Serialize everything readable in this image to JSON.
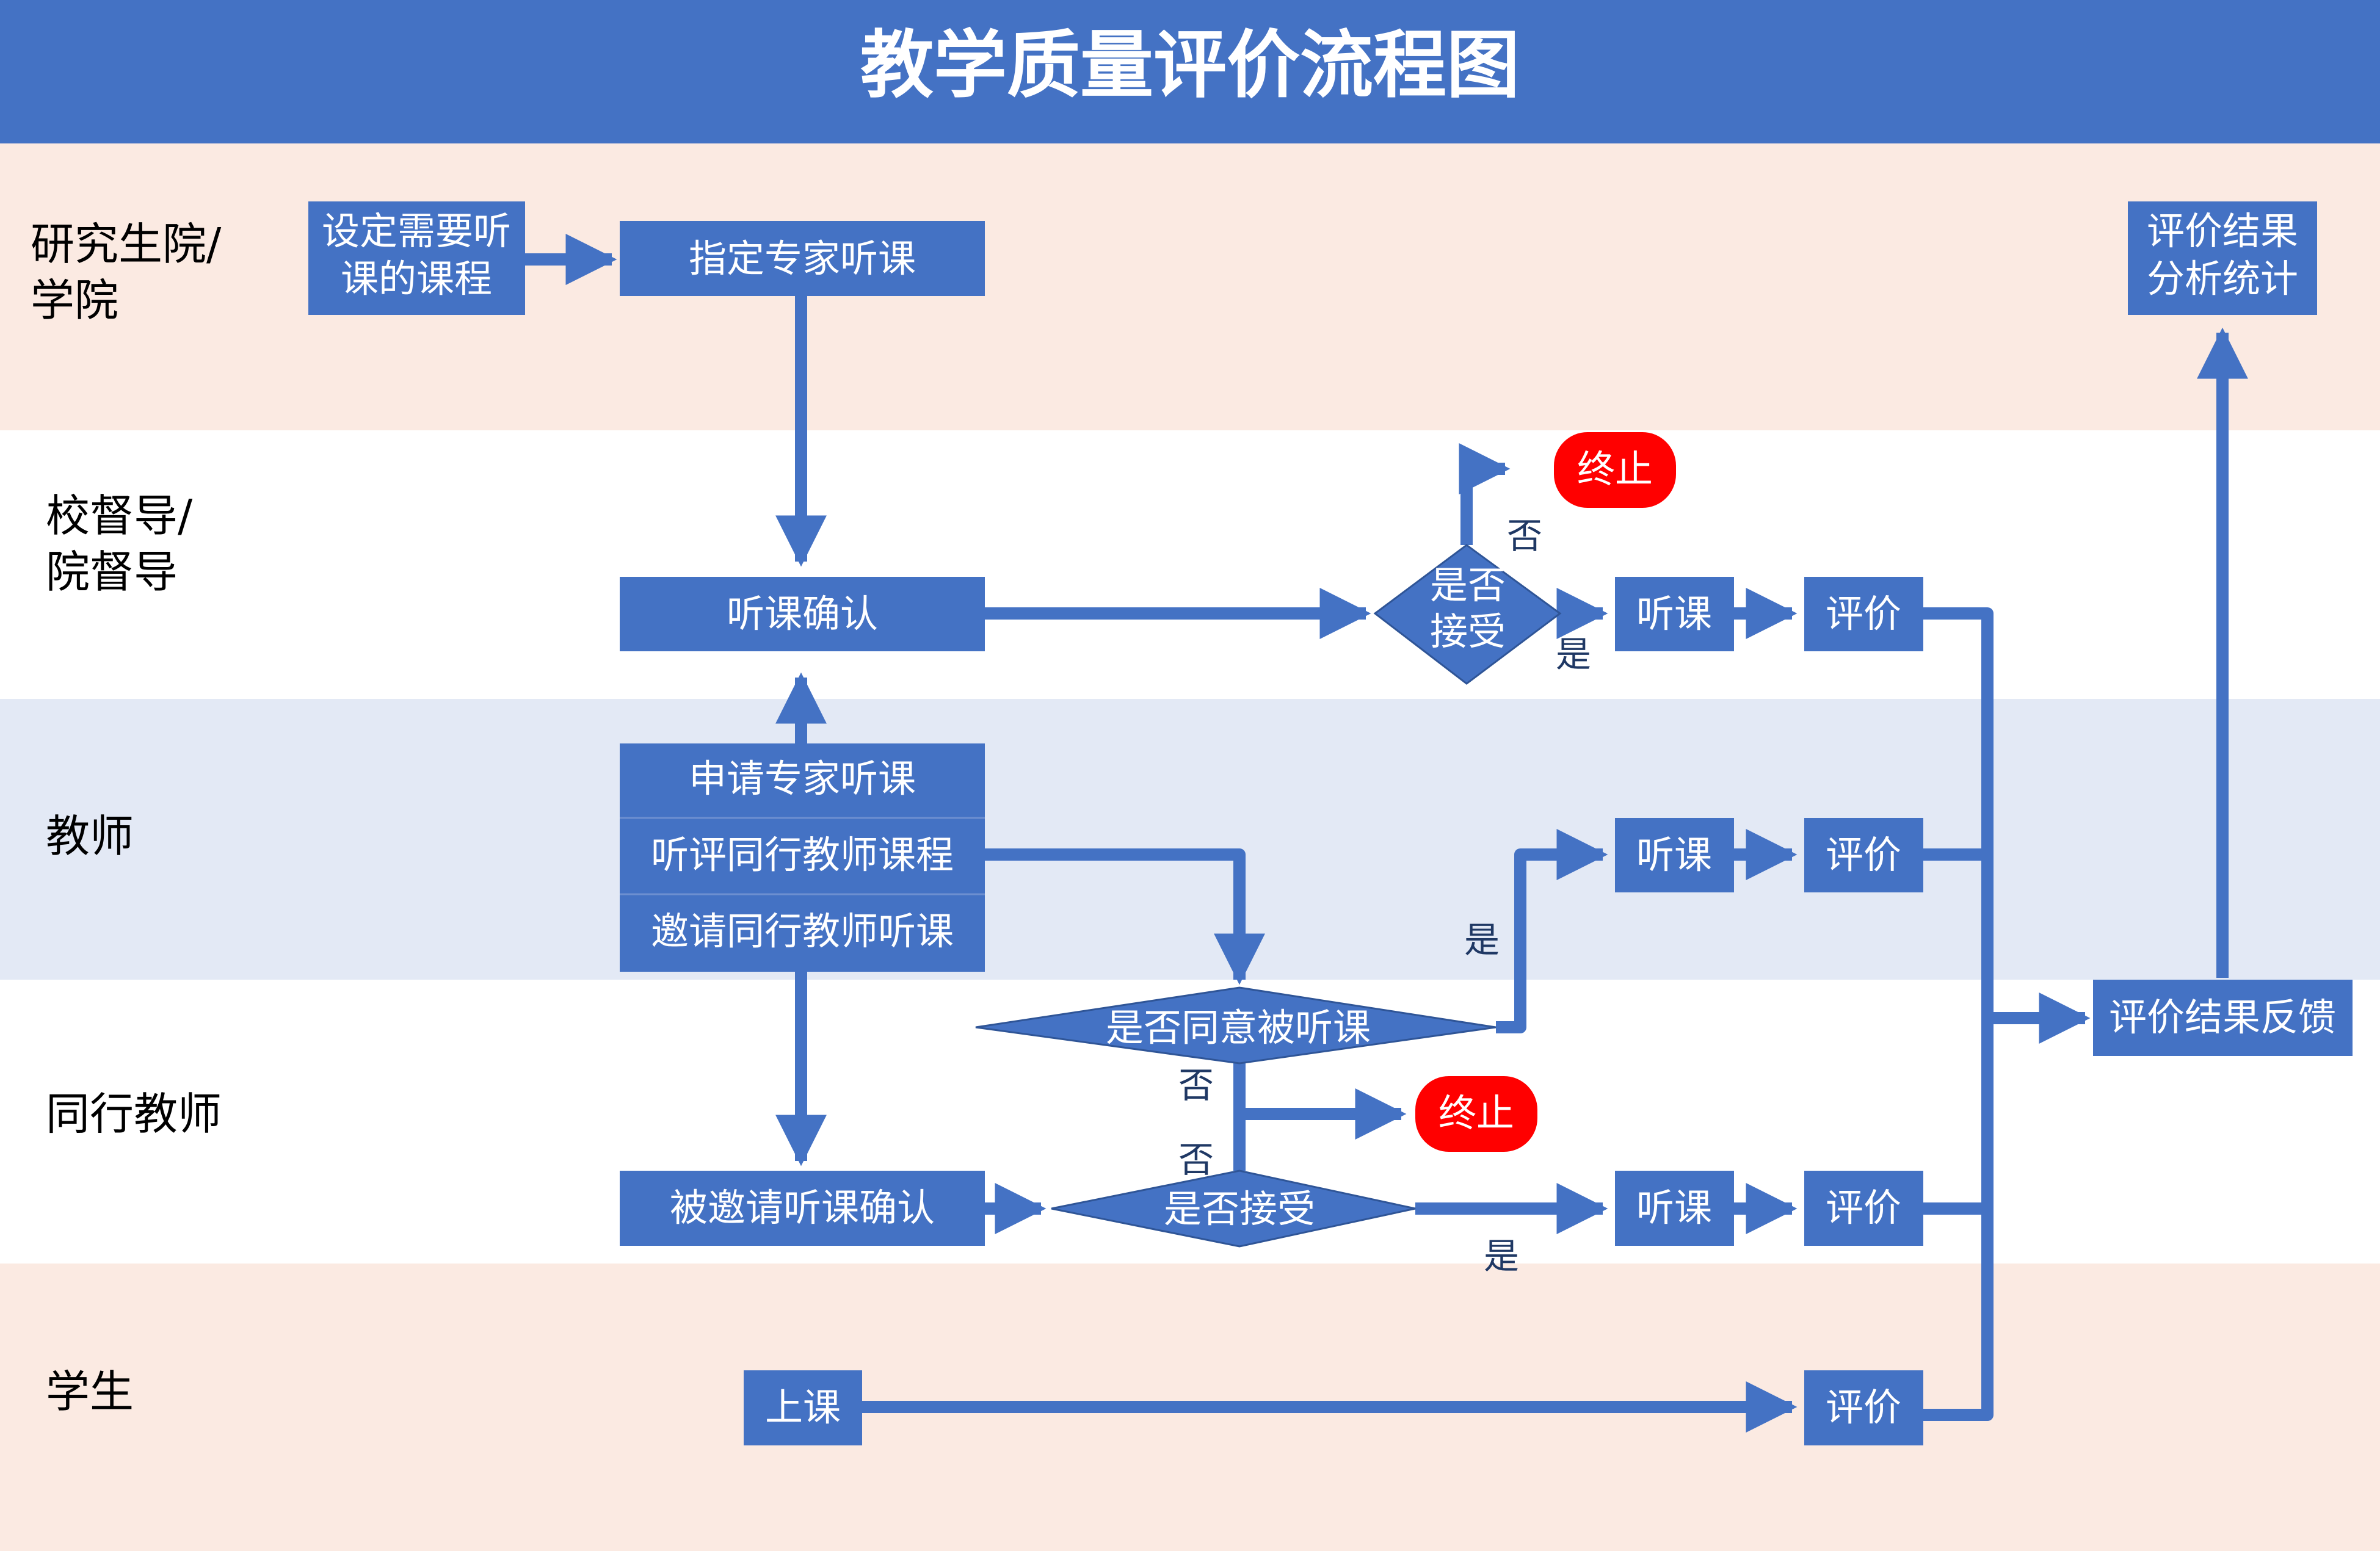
{
  "title": "教学质量评价流程图",
  "colors": {
    "title_bar": "#4472C4",
    "box_fill": "#4472C4",
    "arrow": "#4472C4",
    "box_text": "#ffffff",
    "label_text": "#000000",
    "edge_label_text": "#1F3864",
    "terminal": "#FF0000",
    "lane_peach": "#FBEAE2",
    "lane_blue": "#E3E9F5",
    "lane_white": "#FFFFFF"
  },
  "lanes": {
    "graduate_school": "研究生院/\n学院",
    "supervisor": "校督导/\n院督导",
    "teacher": "教师",
    "peer_teacher": "同行教师",
    "student": "学生"
  },
  "nodes": {
    "set_courses": "设定需要听\n课的课程",
    "assign_experts": "指定专家听课",
    "result_stats": "评价结果\n分析统计",
    "confirm_listen": "听课确认",
    "accept_decision_top": "是否\n接受",
    "end_top": "终止",
    "listen_top": "听课",
    "evaluate_top": "评价",
    "apply_expert": "申请专家听课",
    "peer_review": "听评同行教师课程",
    "invite_peer": "邀请同行教师听课",
    "listen_mid": "听课",
    "evaluate_mid": "评价",
    "agree_decision": "是否同意被听课",
    "end_mid": "终止",
    "result_feedback": "评价结果反馈",
    "invited_confirm": "被邀请听课确认",
    "accept_decision_bottom": "是否接受",
    "listen_bottom": "听课",
    "evaluate_bottom": "评价",
    "attend_class": "上课",
    "evaluate_student": "评价"
  },
  "edge_labels": {
    "top_no": "否",
    "top_yes": "是",
    "mid_yes": "是",
    "mid_no": "否",
    "bottom_no": "否",
    "bottom_yes": "是"
  }
}
